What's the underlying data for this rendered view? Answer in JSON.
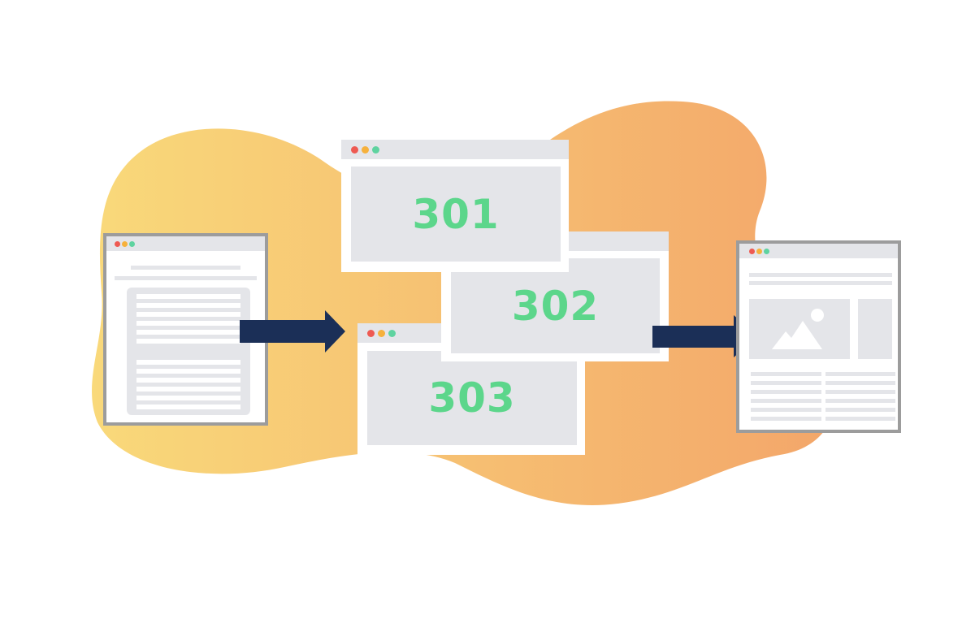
{
  "colors": {
    "blob_left": "#f9d97a",
    "blob_right": "#f3a66a",
    "arrow": "#1b2f57",
    "code_text": "#5cd68b",
    "panel": "#e4e5e9",
    "frame": "#9c9c9c",
    "dot_red": "#ee5a52",
    "dot_yellow": "#f6b13c",
    "dot_green": "#5fd3a0"
  },
  "redirects": [
    {
      "code": "301"
    },
    {
      "code": "302"
    },
    {
      "code": "303"
    }
  ],
  "icons": {
    "arrow_in": "arrow-right-icon",
    "arrow_out": "arrow-right-icon",
    "image": "image-placeholder-icon"
  }
}
